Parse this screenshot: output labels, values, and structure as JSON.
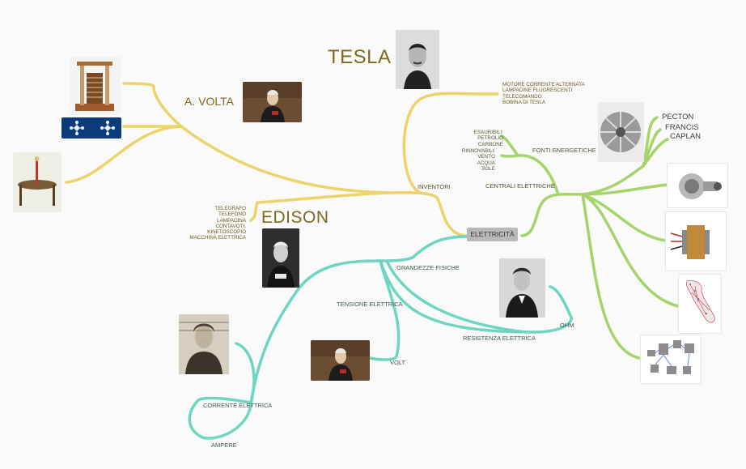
{
  "center": "ELETTRICITÀ",
  "people": {
    "tesla": "TESLA",
    "volta": "A. VOLTA",
    "edison": "EDISON"
  },
  "branches": {
    "inventori": "INVENTORI",
    "fonti": "FONTI ENERGETICHE",
    "centrali": "CENTRALI ELETTRICHE",
    "grandezze": "GRANDEZZE FISICHE",
    "tensione": "TENSIONE ELETTRICA",
    "volt": "VOLT",
    "resistenza": "RESISTENZA ELETTRICA",
    "ohm": "OHM",
    "corrente": "CORRENTE ELETTRICA",
    "ampere": "AMPERE"
  },
  "tesla_inventions": [
    "MOTORE CORRENTE ALTERNATA",
    "LAMPADINE FLUORESCENTI",
    "TELECOMANDO",
    "BOBINA DI TESLA"
  ],
  "edison_inventions": [
    "TELEGRAFO",
    "TELEFONO",
    "LAMPADINA",
    "CONTAVOTI,",
    "KINETOSCOPIO",
    "MACCHINA ELETTRICA"
  ],
  "esauribili": [
    "ESAURIBILI:",
    "PETROLIO",
    "CARBONE"
  ],
  "rinnovabili": [
    "RINNOVABILI:",
    "VENTO",
    "ACQUA",
    "SOLE"
  ],
  "turbines": [
    "PECTON",
    "FRANCIS",
    "CAPLAN"
  ],
  "colors": {
    "yellow_branch": "#ecd36a",
    "green_branch": "#a4d46a",
    "teal_branch": "#6ed6c0",
    "center_node": "#b9b9b9",
    "title_text": "#7d6a1e"
  },
  "icons": [
    "volta-pile-image",
    "molecule-image",
    "electroscope-image",
    "tesla-portrait",
    "volta-portrait",
    "edison-portrait",
    "ohm-portrait",
    "ampere-portrait",
    "turbine-image",
    "alternator-image",
    "transformer-image",
    "italy-grid-map-image",
    "network-diagram-image"
  ]
}
